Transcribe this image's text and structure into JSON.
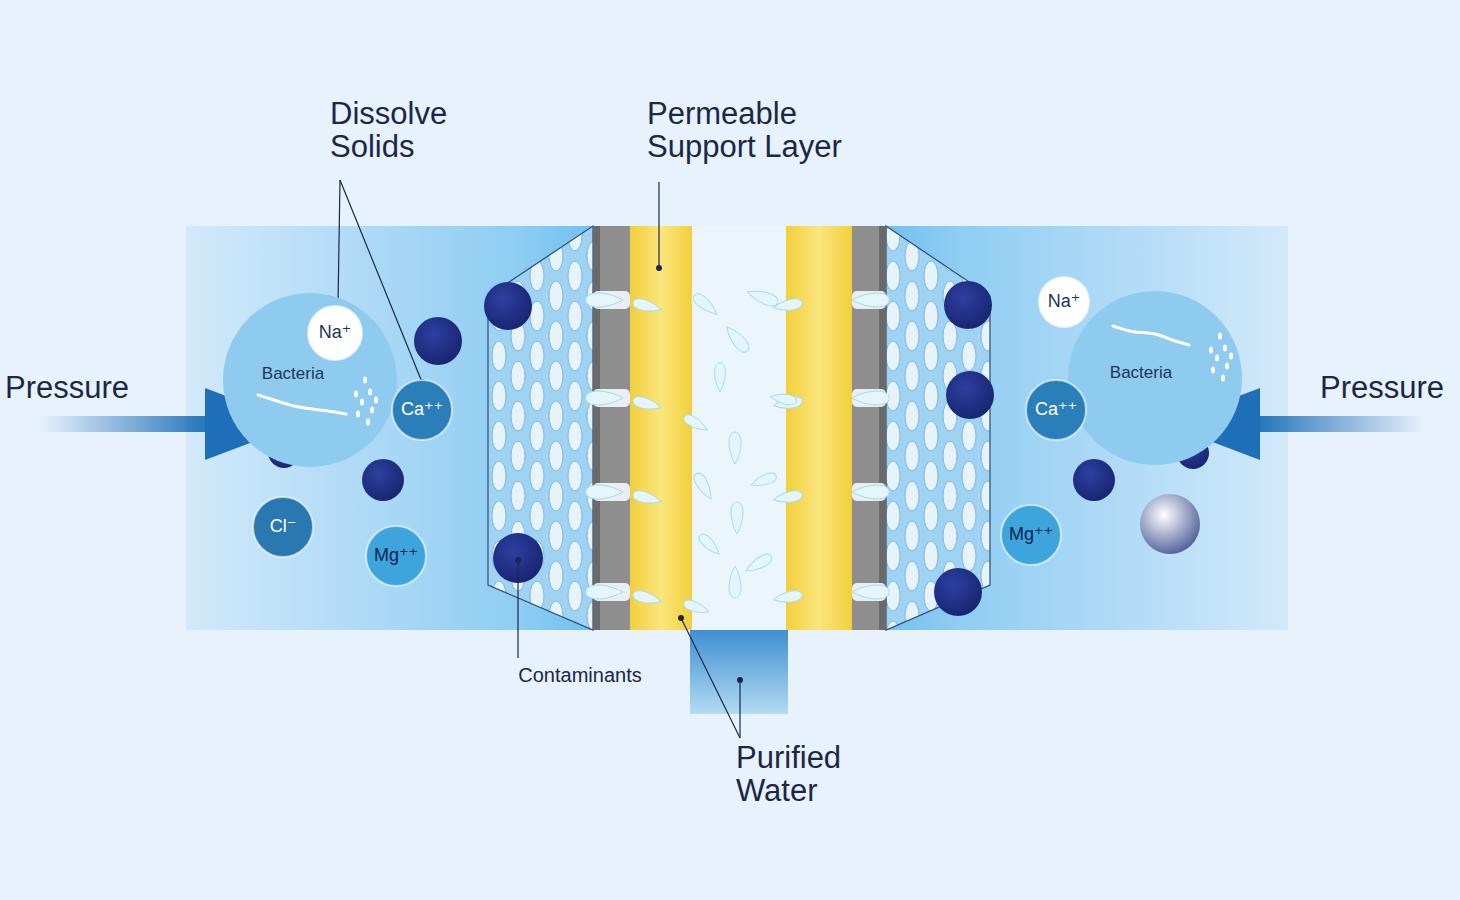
{
  "diagram": {
    "nodes": [
      {
        "text": [
          "Bacteria"
        ]
      },
      {
        "text": [
          "Na⁺"
        ],
        "in": 0
      },
      {
        "text": [
          "Ca⁺⁺"
        ]
      },
      {
        "text": [
          "Cl⁻"
        ]
      },
      {
        "text": [
          "Mg⁺⁺"
        ]
      },
      {
        "text": [
          "Bacteria"
        ]
      },
      {
        "text": [
          "Na⁺"
        ]
      },
      {
        "text": [
          "Ca⁺⁺"
        ]
      },
      {
        "text": [
          "Mg⁺⁺"
        ]
      }
    ],
    "labels": [
      "Dissolve Solids",
      "Permeable Support Layer",
      "Pressure",
      "Pressure",
      "Contaminants",
      "Purified Water"
    ]
  }
}
